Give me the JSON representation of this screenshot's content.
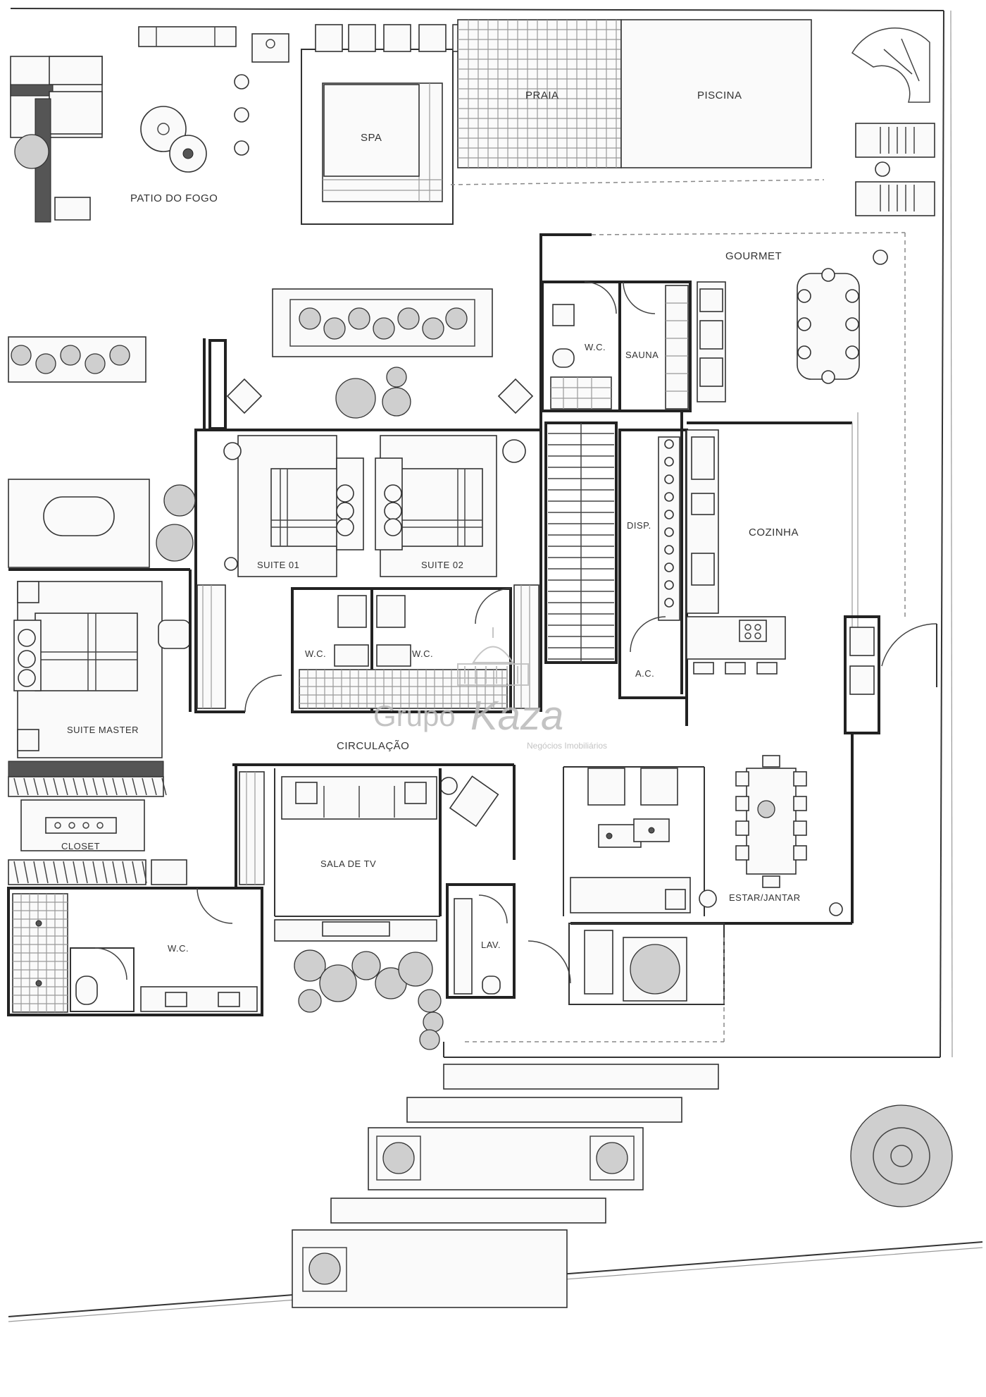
{
  "rooms": {
    "patio_do_fogo": "PATIO DO FOGO",
    "spa": "SPA",
    "praia": "PRAIA",
    "piscina": "PISCINA",
    "gourmet": "GOURMET",
    "wc_gourmet": "W.C.",
    "sauna": "SAUNA",
    "suite_01": "SUITE 01",
    "suite_02": "SUITE 02",
    "wc_suite_01": "W.C.",
    "wc_suite_02": "W.C.",
    "disp": "DISP.",
    "cozinha": "COZINHA",
    "ac": "A.C.",
    "suite_master": "SUITE MASTER",
    "circulacao": "CIRCULAÇÃO",
    "closet": "CLOSET",
    "sala_de_tv": "SALA DE TV",
    "estar_jantar": "ESTAR/JANTAR",
    "wc_master": "W.C.",
    "lav": "LAV."
  },
  "watermark": {
    "brand_left": "Grupo",
    "brand_right": "Kaza",
    "tagline": "Negócios Imobiliários"
  },
  "colors": {
    "ink": "#222222",
    "paper": "#ffffff",
    "watermark": "#b9b9b9"
  }
}
